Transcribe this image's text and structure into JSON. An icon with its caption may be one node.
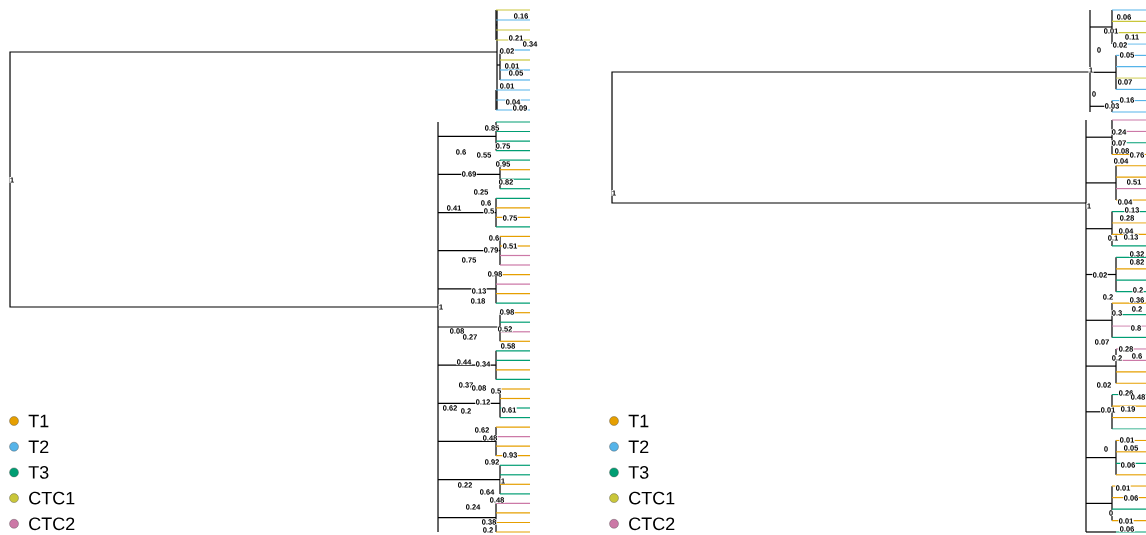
{
  "diagram": {
    "labels": [
      "1",
      "0.16",
      "0.21",
      "0.34",
      "0.02",
      "0.01",
      "0.05",
      "0.01",
      "0.04",
      "0.09",
      "0.85",
      "0.6",
      "0.75",
      "0.55",
      "0.95",
      "0.69",
      "0.82",
      "0.25",
      "0.6",
      "0.5",
      "0.75",
      "0.41",
      "0.6",
      "0.51",
      "0.79",
      "0.75",
      "0.98",
      "1",
      "0.13",
      "0.18",
      "0.98",
      "0.08",
      "0.52",
      "0.27",
      "0.58",
      "0.44",
      "0.34",
      "0.37",
      "0.08",
      "0.5",
      "0.12",
      "0.61",
      "0.62",
      "0.2",
      "0.62",
      "0.48",
      "0.93",
      "0.92",
      "0.22",
      "1",
      "0.64",
      "0.48",
      "0.24",
      "0.38",
      "0.2",
      "1",
      "0.06",
      "0.01",
      "0.11",
      "0.02",
      "0",
      "0.05",
      "1",
      "0.07",
      "0",
      "0.16",
      "0.03",
      "0.24",
      "0.07",
      "0.08",
      "0.76",
      "0.04",
      "0.51",
      "1",
      "0.04",
      "0.13",
      "0.28",
      "0.04",
      "0.13",
      "0.1",
      "0.32",
      "0.82",
      "0.02",
      "0.2",
      "0.2",
      "0.36",
      "0.2",
      "0.3",
      "0.8",
      "0.07",
      "0.28",
      "0.2",
      "0.6",
      "0.02",
      "0.26",
      "0.48",
      "0.01",
      "0.19",
      "0.01",
      "0.05",
      "0",
      "0.06",
      "0.01",
      "0.06",
      "0",
      "0.01",
      "0.06"
    ],
    "legend": [
      {
        "text": "T1",
        "color": "#e69f00"
      },
      {
        "text": "T2",
        "color": "#56b4e9"
      },
      {
        "text": "T3",
        "color": "#009e73"
      },
      {
        "text": "CTC1",
        "color": "#c9c63a"
      },
      {
        "text": "CTC2",
        "color": "#cc79a7"
      },
      {
        "text": "T1",
        "color": "#e69f00"
      },
      {
        "text": "T2",
        "color": "#56b4e9"
      },
      {
        "text": "T3",
        "color": "#009e73"
      },
      {
        "text": "CTC1",
        "color": "#c9c63a"
      },
      {
        "text": "CTC2",
        "color": "#cc79a7"
      }
    ]
  }
}
